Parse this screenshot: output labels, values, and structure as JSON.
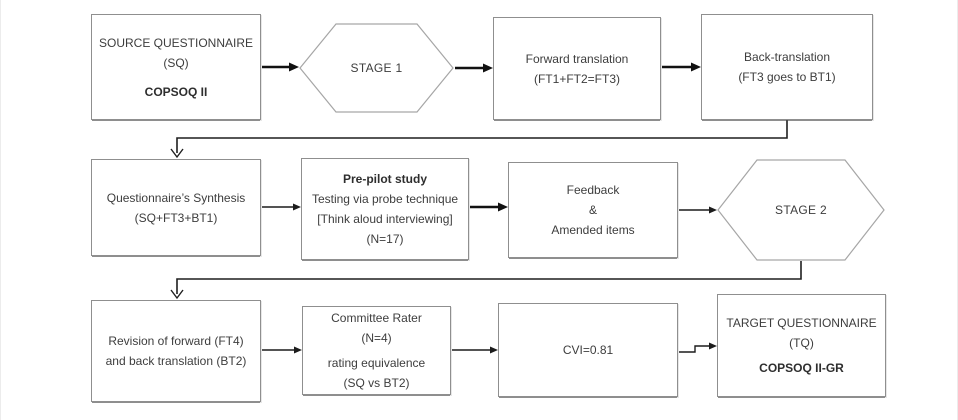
{
  "diagram": {
    "type": "flowchart",
    "boxes": {
      "sq": {
        "line1": "SOURCE QUESTIONNAIRE",
        "line2": "(SQ)",
        "line3": "COPSOQ II"
      },
      "stage1": {
        "label": "STAGE 1"
      },
      "ft": {
        "line1": "Forward translation",
        "line2": "(FT1+FT2=FT3)"
      },
      "bt": {
        "line1": "Back-translation",
        "line2": "(FT3 goes to BT1)"
      },
      "qs": {
        "line1": "Questionnaire’s Synthesis",
        "line2": "(SQ+FT3+BT1)"
      },
      "pp": {
        "line1": "Pre-pilot study",
        "line2": "Testing via probe technique",
        "line3": "[Think aloud interviewing]",
        "line4": "(N=17)"
      },
      "fb": {
        "line1": "Feedback",
        "line2": "&",
        "line3": "Amended items"
      },
      "stage2": {
        "label": "STAGE 2"
      },
      "rev": {
        "line1": "Revision of forward (FT4)",
        "line2": "and back translation (BT2)"
      },
      "cr": {
        "line1": "Committee Rater",
        "line2": "(N=4)",
        "line3": "rating equivalence",
        "line4": "(SQ vs BT2)"
      },
      "cvi": {
        "line1": "CVI=0.81"
      },
      "tq": {
        "line1": "TARGET QUESTIONNAIRE",
        "line2": "(TQ)",
        "line3": "COPSOQ II-GR"
      }
    },
    "colors": {
      "background": "#ffffff",
      "box_border": "#8f8f8f",
      "hex_border": "#a6a6a6",
      "text": "#3d3d3d",
      "arrow": "#1c1c1c"
    }
  }
}
